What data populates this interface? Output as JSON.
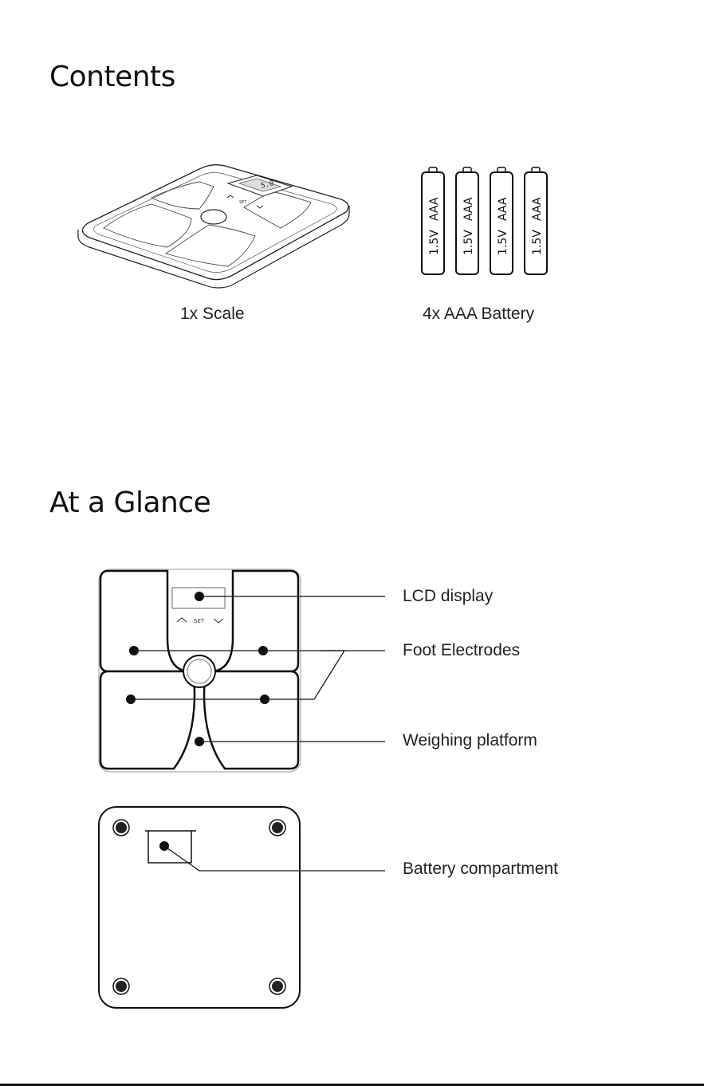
{
  "contents": {
    "title": "Contents",
    "scale_caption": "1x Scale",
    "battery_caption": "4x AAA Battery",
    "battery_label_voltage": "1.5V",
    "battery_label_type": "AAA",
    "scale_set_label": "SET"
  },
  "glance": {
    "title": "At a Glance",
    "top_view_set_label": "SET",
    "callouts": {
      "lcd": "LCD display",
      "electrodes": "Foot Electrodes",
      "platform": "Weighing platform",
      "battery": "Battery compartment"
    }
  }
}
